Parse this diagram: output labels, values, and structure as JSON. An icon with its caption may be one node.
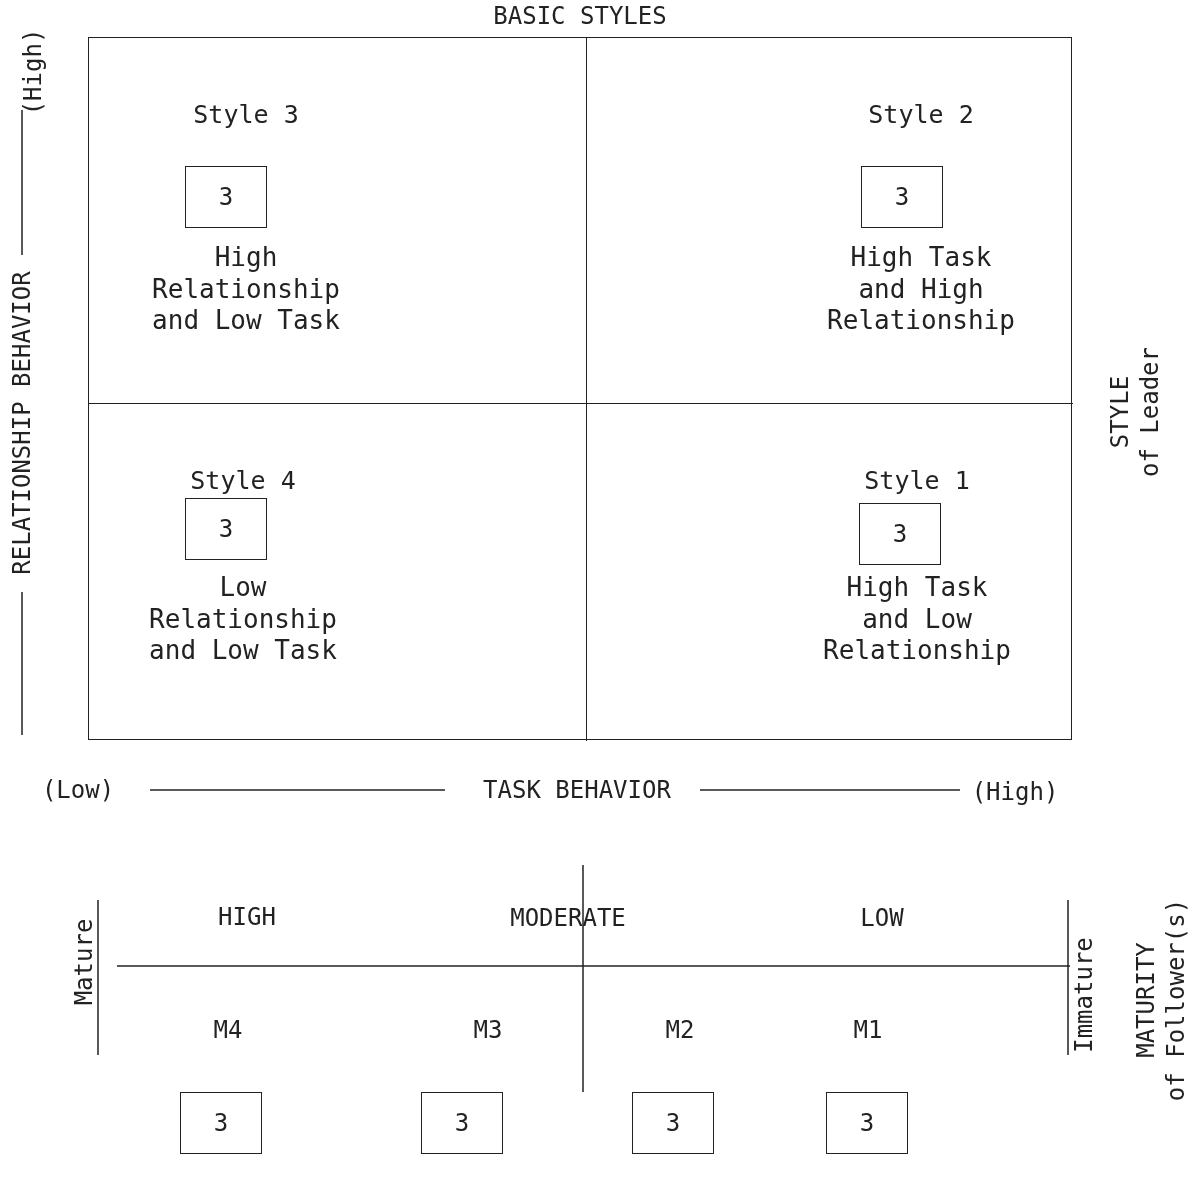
{
  "diagram": {
    "nodes": [
      {
        "text": [
          "BASIC STYLES"
        ]
      },
      {
        "text": [
          "Style 3",
          "High Relationship and Low Task"
        ],
        "in": 0
      },
      {
        "text": [
          "3"
        ],
        "in": 1
      },
      {
        "text": [
          "Style 2",
          "High Task and High Relationship"
        ],
        "in": 0
      },
      {
        "text": [
          "3"
        ],
        "in": 3
      },
      {
        "text": [
          "Style 4",
          "Low Relationship and Low Task"
        ],
        "in": 0
      },
      {
        "text": [
          "3"
        ],
        "in": 5
      },
      {
        "text": [
          "Style 1",
          "High Task and Low Relationship"
        ],
        "in": 0
      },
      {
        "text": [
          "3"
        ],
        "in": 7
      },
      {
        "text": [
          "3"
        ]
      },
      {
        "text": [
          "3"
        ]
      },
      {
        "text": [
          "3"
        ]
      },
      {
        "text": [
          "3"
        ]
      }
    ],
    "edges": [],
    "labels": [
      "(High)",
      "RELATIONSHIP BEHAVIOR",
      "STYLE",
      "of Leader",
      "(Low)",
      "TASK BEHAVIOR",
      "(High)",
      "HIGH",
      "MODERATE",
      "LOW",
      "Mature",
      "Immature",
      "MATURITY",
      "of Follower(s)",
      "M4",
      "M3",
      "M2",
      "M1"
    ]
  }
}
